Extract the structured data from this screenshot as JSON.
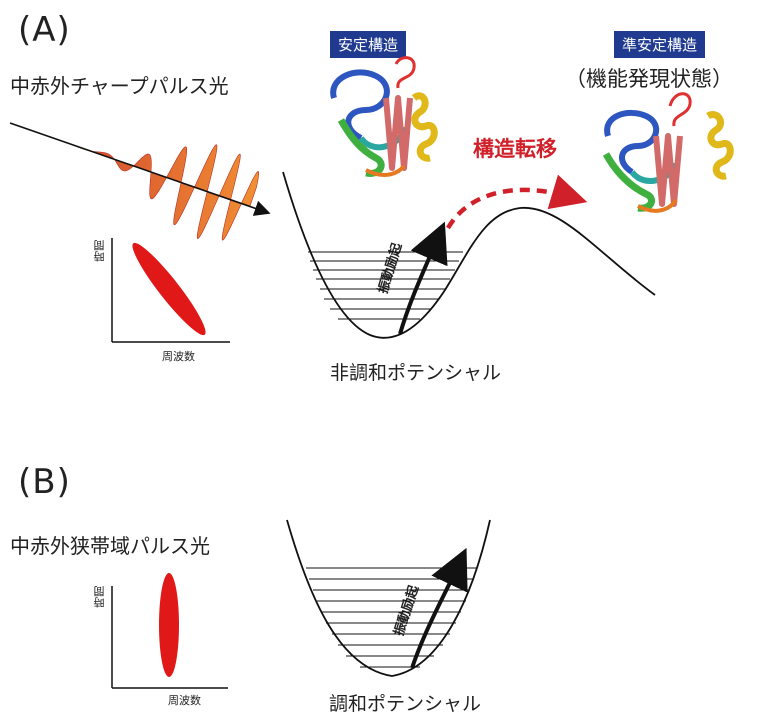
{
  "panel_a": {
    "label": "(A)",
    "pulse_label": "中赤外チャープパルス光",
    "axis_y": "時間",
    "axis_x": "周波数",
    "stable_badge": "安定構造",
    "metastable_badge": "準安定構造",
    "metastable_note": "（機能発現状態）",
    "transition_label": "構造転移",
    "excitation_label": "振動励起",
    "potential_label": "非調和ポテンシャル"
  },
  "panel_b": {
    "label": "(B)",
    "pulse_label": "中赤外狭帯域パルス光",
    "axis_y": "時間",
    "axis_x": "周波数",
    "excitation_label": "振動励起",
    "potential_label": "調和ポテンシャル"
  },
  "colors": {
    "badge_bg": "#1f3a8f",
    "transition_red": "#d0202a",
    "ellipse_red": "#e01818",
    "pulse_dark": "#c8281e",
    "pulse_light": "#f08a2a"
  }
}
